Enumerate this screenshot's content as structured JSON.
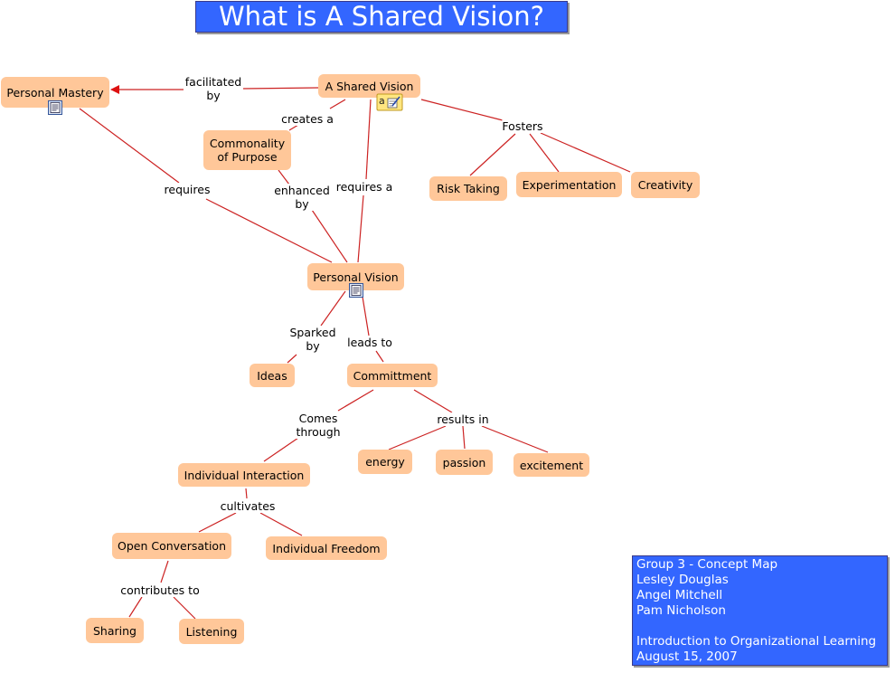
{
  "title": "What is A Shared Vision?",
  "concepts": {
    "shared_vision": "A Shared Vision",
    "personal_mastery": "Personal Mastery",
    "commonality_of_purpose": "Commonality of Purpose",
    "risk_taking": "Risk Taking",
    "experimentation": "Experimentation",
    "creativity": "Creativity",
    "personal_vision": "Personal Vision",
    "ideas": "Ideas",
    "committment": "Committment",
    "individual_interaction": "Individual Interaction",
    "energy": "energy",
    "passion": "passion",
    "excitement": "excitement",
    "open_conversation": "Open Conversation",
    "individual_freedom": "Individual Freedom",
    "sharing": "Sharing",
    "listening": "Listening"
  },
  "link_labels": {
    "facilitated_by": "facilitated by",
    "creates_a": "creates a",
    "fosters": "Fosters",
    "requires": "requires",
    "enhanced_by": "enhanced by",
    "requires_a": "requires a",
    "sparked_by": "Sparked by",
    "leads_to": "leads to",
    "comes_through": "Comes through",
    "results_in": "results in",
    "cultivates": "cultivates",
    "contributes_to": "contributes to"
  },
  "credits": [
    "Group 3 - Concept Map",
    "Lesley Douglas",
    "Angel Mitchell",
    "Pam Nicholson",
    "",
    "Introduction to Organizational Learning",
    "August 15, 2007"
  ],
  "resource_icon_letter": "a",
  "colors": {
    "concept_fill": "#ffc799",
    "link_line": "#cc2222",
    "title_fill": "#3366ff"
  },
  "icons": [
    "document-icon",
    "annotation-icon"
  ]
}
